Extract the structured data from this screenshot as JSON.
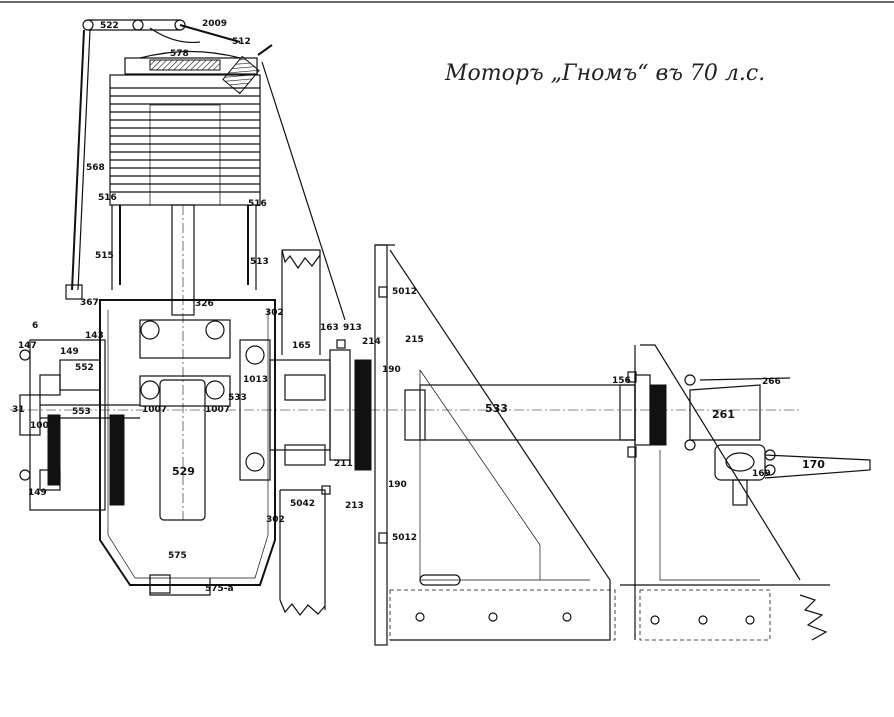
{
  "title": "Моторъ „Гномъ“ въ 70 л.с.",
  "labels": [
    "522",
    "2009",
    "578",
    "512",
    "568",
    "516",
    "516",
    "515",
    "513",
    "367",
    "326",
    "302",
    "6",
    "143",
    "149",
    "163",
    "913",
    "165",
    "5012",
    "214",
    "215",
    "147",
    "552",
    "1013",
    "190",
    "156",
    "266",
    "31",
    "553",
    "1007",
    "1007",
    "533",
    "533",
    "261",
    "1009",
    "529",
    "211",
    "190",
    "169",
    "170",
    "149",
    "5042",
    "213",
    "302",
    "5012",
    "575",
    "575-a"
  ],
  "colors": {
    "ink": "#111111",
    "paper": "#ffffff"
  }
}
